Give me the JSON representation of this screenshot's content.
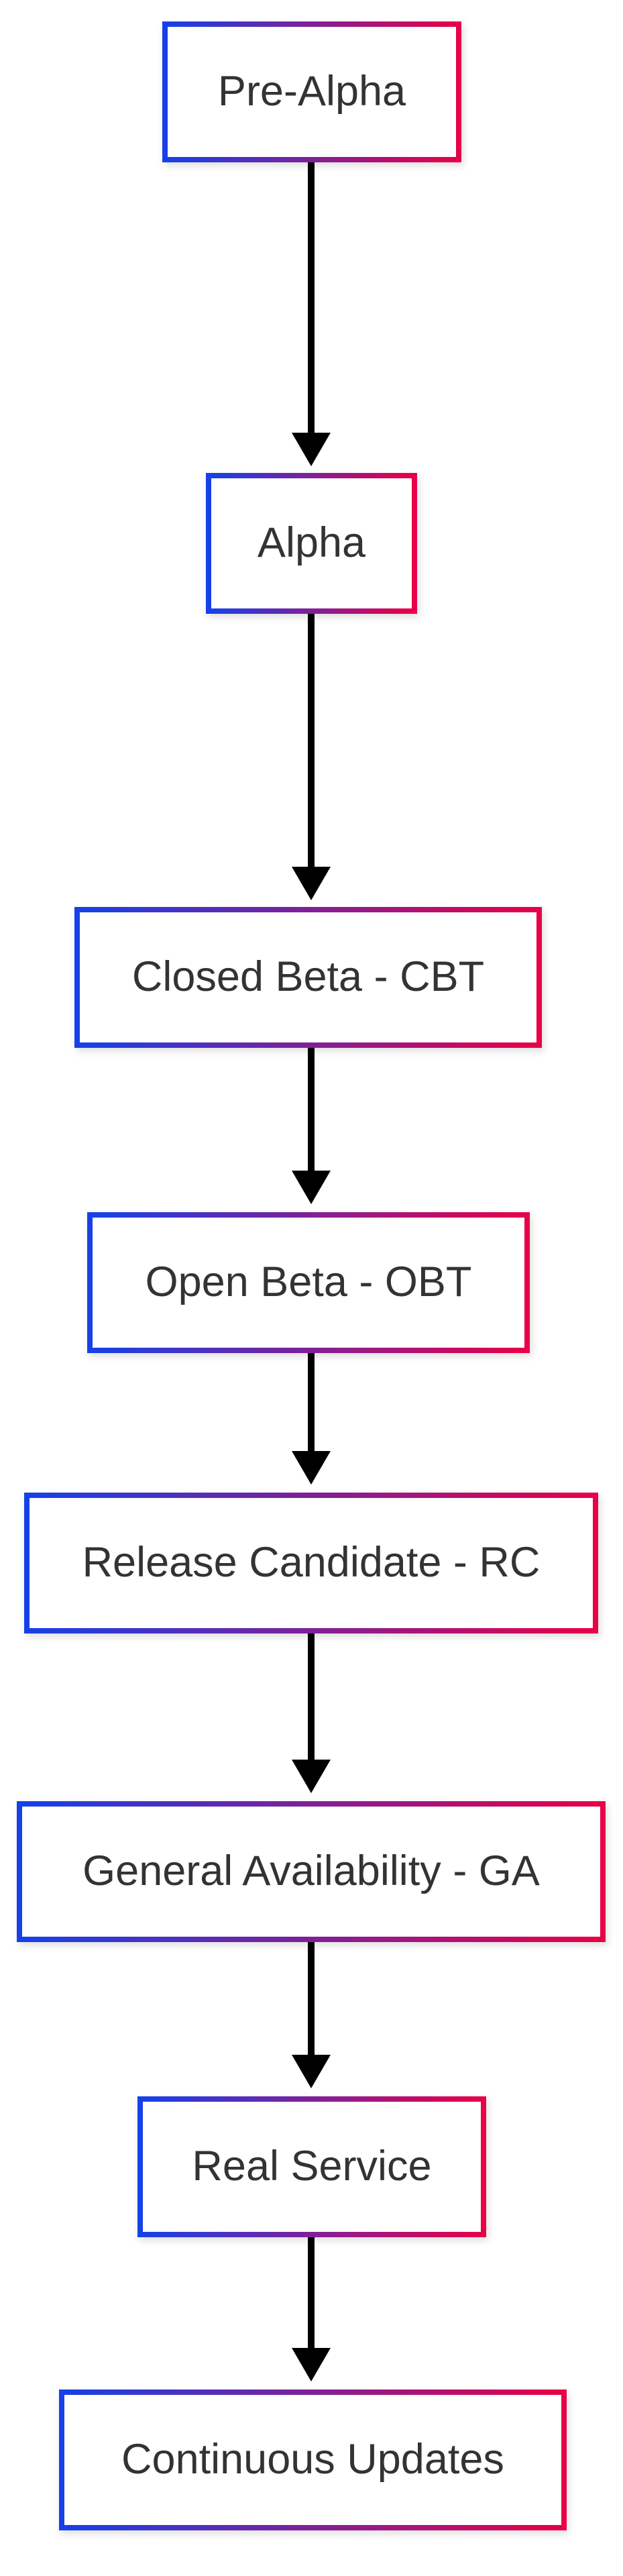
{
  "diagram": {
    "type": "flowchart",
    "direction": "top-down",
    "stages": [
      {
        "id": "pre-alpha",
        "label": "Pre-Alpha"
      },
      {
        "id": "alpha",
        "label": "Alpha"
      },
      {
        "id": "closed-beta",
        "label": "Closed Beta - CBT"
      },
      {
        "id": "open-beta",
        "label": "Open Beta - OBT"
      },
      {
        "id": "release-candidate",
        "label": "Release Candidate - RC"
      },
      {
        "id": "general-availability",
        "label": "General Availability - GA"
      },
      {
        "id": "real-service",
        "label": "Real Service"
      },
      {
        "id": "continuous-updates",
        "label": "Continuous Updates"
      }
    ],
    "connections": [
      {
        "from": "Pre-Alpha",
        "to": "Alpha"
      },
      {
        "from": "Alpha",
        "to": "Closed Beta - CBT"
      },
      {
        "from": "Closed Beta - CBT",
        "to": "Open Beta - OBT"
      },
      {
        "from": "Open Beta - OBT",
        "to": "Release Candidate - RC"
      },
      {
        "from": "Release Candidate - RC",
        "to": "General Availability - GA"
      },
      {
        "from": "General Availability - GA",
        "to": "Real Service"
      },
      {
        "from": "Real Service",
        "to": "Continuous Updates"
      }
    ],
    "colors": {
      "border_gradient_left": "#1641e8",
      "border_gradient_right": "#e80048",
      "arrow": "#000000",
      "text": "#333333",
      "node_background": "#ffffff",
      "page_background": "#ffffff"
    }
  }
}
